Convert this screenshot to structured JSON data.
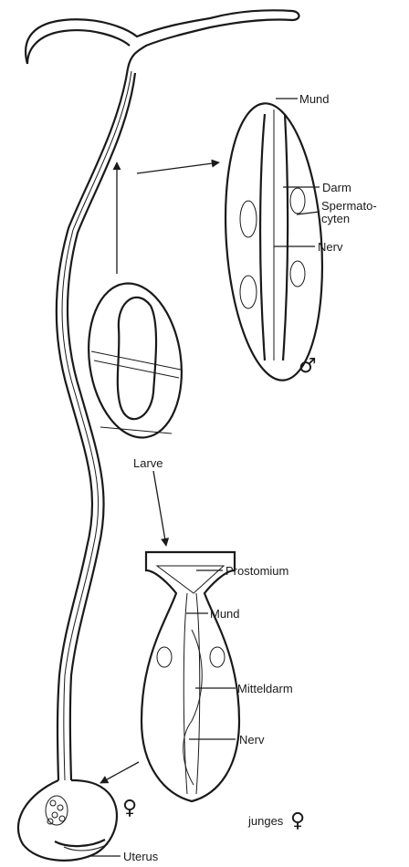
{
  "labels": {
    "mund_top": "Mund",
    "darm": "Darm",
    "spermatocyten_1": "Spermato-",
    "spermatocyten_2": "cyten",
    "nerv_top": "Nerv",
    "male_symbol": "♂",
    "larve": "Larve",
    "prostomium": "Prostomium",
    "mund_bottom": "Mund",
    "mitteldarm": "Mitteldarm",
    "nerv_bottom": "Nerv",
    "junges": "junges",
    "junges_symbol": "♀",
    "female_symbol": "♀",
    "uterus": "Uterus"
  }
}
